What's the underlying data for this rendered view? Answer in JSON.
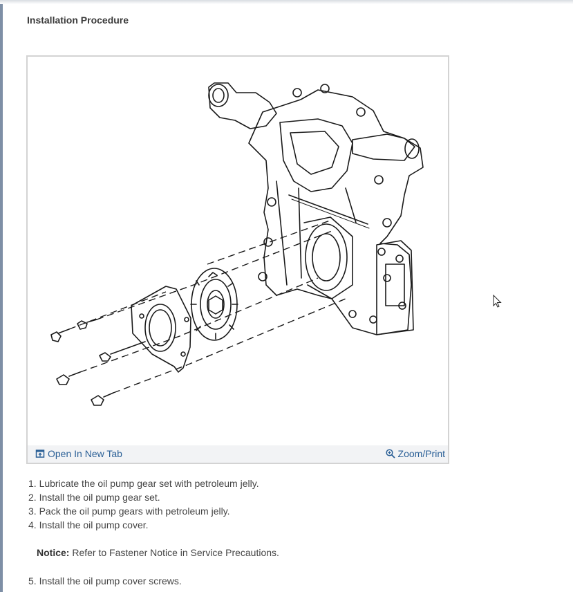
{
  "section": {
    "title": "Installation Procedure"
  },
  "figure": {
    "open_tab_label": "Open In New Tab",
    "zoom_label": "Zoom/Print",
    "open_tab_icon": "open-in-new-tab-icon",
    "zoom_icon": "zoom-in-icon",
    "link_color": "#2a5f96"
  },
  "steps": [
    "1. Lubricate the oil pump gear set with petroleum jelly.",
    "2. Install the oil pump gear set.",
    "3. Pack the oil pump gears with petroleum jelly.",
    "4. Install the oil pump cover."
  ],
  "notice": {
    "label": "Notice:",
    "text": " Refer to Fastener Notice in Service Precautions."
  },
  "step5": "5. Install the oil pump cover screws."
}
